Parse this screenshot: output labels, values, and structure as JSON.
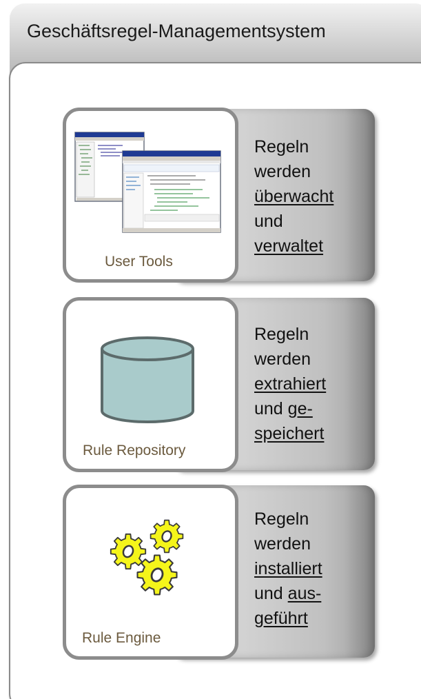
{
  "header": {
    "title": "Geschäftsregel-Managementsystem"
  },
  "rows": [
    {
      "card_label": "User Tools",
      "icon": "screenshot-windows-icon",
      "lines": [
        {
          "text": "Regeln",
          "underline": false
        },
        {
          "text": "werden",
          "underline": false
        },
        {
          "text": "überwacht",
          "underline": true
        },
        {
          "text": "und",
          "underline": false
        },
        {
          "text": "verwaltet",
          "underline": true
        }
      ]
    },
    {
      "card_label": "Rule Repository",
      "icon": "database-cylinder-icon",
      "lines": [
        {
          "text": "Regeln",
          "underline": false
        },
        {
          "text": "werden",
          "underline": false
        },
        {
          "text": "extrahiert",
          "underline": true
        },
        {
          "prefix": "und ",
          "text": "ge-",
          "underline": true
        },
        {
          "text": "speichert",
          "underline": true
        }
      ]
    },
    {
      "card_label": "Rule Engine",
      "icon": "gears-icon",
      "lines": [
        {
          "text": "Regeln",
          "underline": false
        },
        {
          "text": "werden",
          "underline": false
        },
        {
          "text": "installiert",
          "underline": true
        },
        {
          "prefix": "und ",
          "text": "aus-",
          "underline": true
        },
        {
          "text": "geführt",
          "underline": true
        }
      ]
    }
  ],
  "colors": {
    "card_border": "#8c8c8c",
    "label_text": "#6b5a3e",
    "cylinder_fill": "#a9cbcb",
    "gear_fill": "#f5f51a"
  }
}
